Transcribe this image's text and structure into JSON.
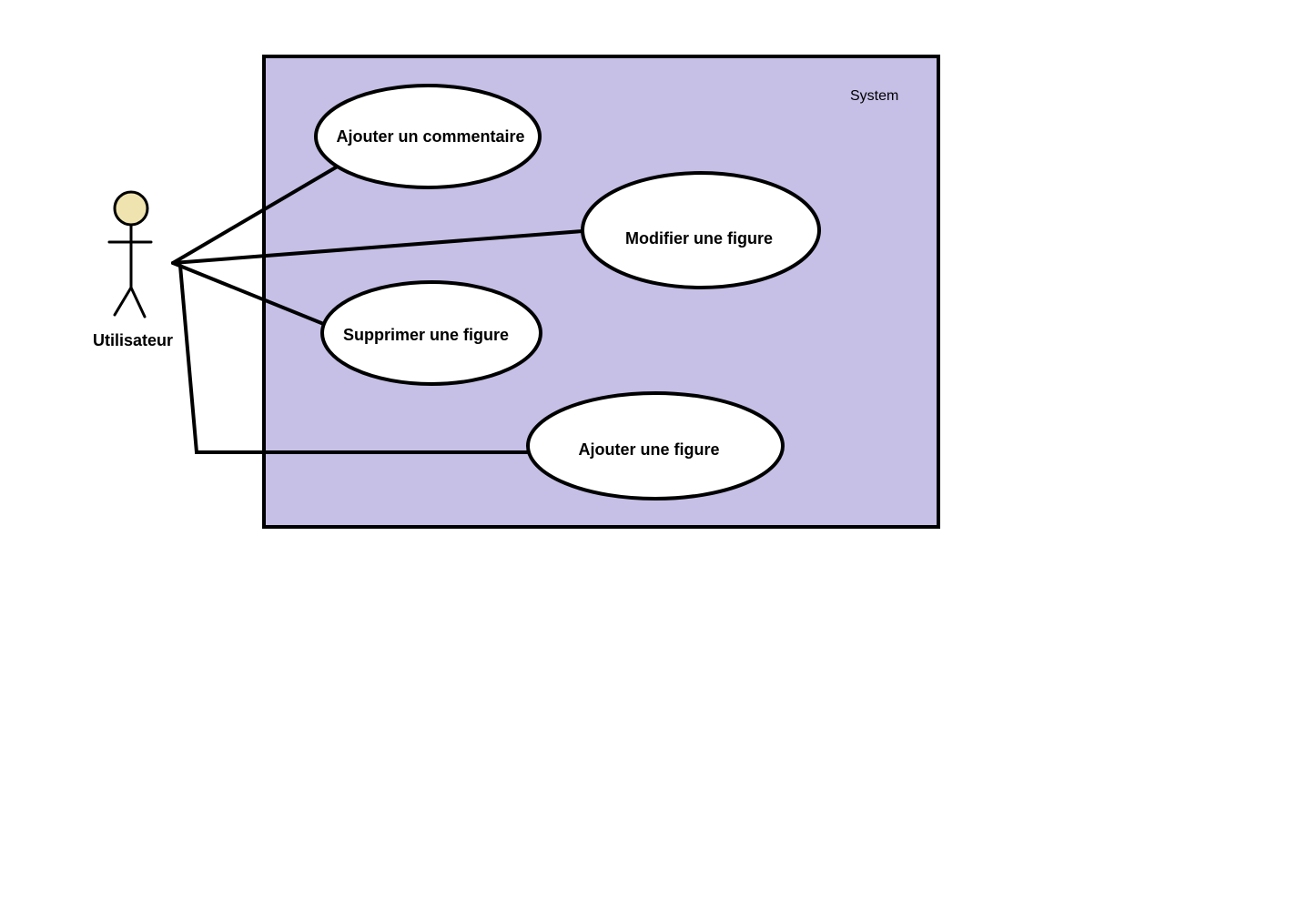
{
  "colors": {
    "background": "#ffffff",
    "system_fill": "#c6bfe6",
    "stroke": "#000000",
    "use_case_fill": "#ffffff",
    "actor_head_fill": "#efe4b0"
  },
  "system": {
    "label": "System"
  },
  "actor": {
    "label": "Utilisateur",
    "icon": "stick-figure-actor-icon"
  },
  "use_cases": [
    {
      "id": "ajouter-commentaire",
      "label": "Ajouter un commentaire"
    },
    {
      "id": "modifier-figure",
      "label": "Modifier une figure"
    },
    {
      "id": "supprimer-figure",
      "label": "Supprimer une figure"
    },
    {
      "id": "ajouter-figure",
      "label": "Ajouter une figure"
    }
  ],
  "associations": [
    {
      "from": "Utilisateur",
      "to": "ajouter-commentaire"
    },
    {
      "from": "Utilisateur",
      "to": "modifier-figure"
    },
    {
      "from": "Utilisateur",
      "to": "supprimer-figure"
    },
    {
      "from": "Utilisateur",
      "to": "ajouter-figure"
    }
  ]
}
